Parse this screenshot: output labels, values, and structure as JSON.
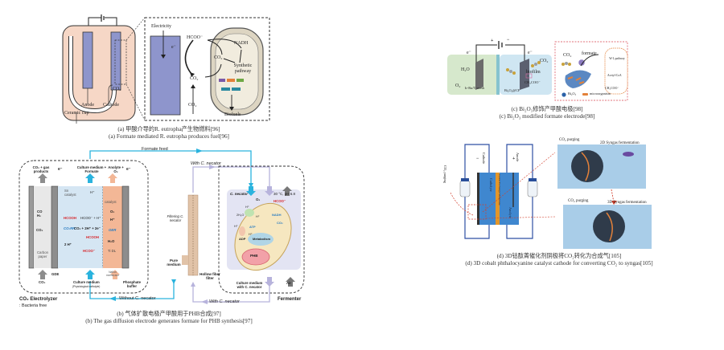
{
  "panel_a": {
    "labels": {
      "electricity": "Electricity",
      "electron": "e⁻",
      "hcoo": "HCOO⁻",
      "nadh": "NADH",
      "co2_inner": "CO₂",
      "co2_cycle": "CO₂",
      "co2_input": "CO₂",
      "co2_cathode": "CO₂",
      "synthetic_pathway": "Synthetic pathway",
      "biofuels": "Biofuels",
      "anode": "Anode",
      "cathode": "Cathode",
      "ceramic_cup": "Ceramic cup"
    },
    "caption_zh": "(a) 甲酸介导的R. eutropha产生物燃料[96]",
    "caption_en": "(a) Formate mediated R. eutropha produces fuel[96]"
  },
  "panel_b": {
    "formate_feed": "Formate feed",
    "with_c_necator_top": "With C. necator",
    "with_c_necator_bottom": "With C. necator",
    "without_c_necator": "Without C. necator",
    "electrolyzer": {
      "top_left": "CO₂ + gas products",
      "electron_left": "e⁻",
      "top_mid": "Culture medium + Formate",
      "top_right": "Anolyte + O₂",
      "electron_right": "e⁻",
      "sn_catalyst": "Sn catalyst",
      "h_plus": "H⁺",
      "catalyst": "catalyst",
      "co_h2": "CO H₂",
      "co2": "CO₂",
      "hcooh_eq_left": "HCOOH",
      "hcooh_eq_right": "HCOO⁻ + H⁺",
      "co2rr": "CO₂RR:",
      "co2rr_eq": "CO₂ + 2H⁺ + 2e⁻",
      "hcooh_product": "HCOOH",
      "two_h": "2 H⁺",
      "hcoo_block": "HCOO⁻",
      "o2": "O₂",
      "h_plus_2": "H⁺",
      "oer": "OER",
      "h2o": "H₂O",
      "ti_dl": "Ti DL",
      "carbon_paper": "Carbon paper",
      "gde": "GDE",
      "co2_in": "CO₂",
      "culture_bottom": "Culture medium",
      "culture_bottom_sub": "(Physiological catholyte)",
      "nafion": "Nafion membrane",
      "phosphate": "Phosphate buffer",
      "title": "CO₂ Electrolyzer",
      "subtitle": ": Bacteria free"
    },
    "filter": {
      "filtering": "Filtering C. necator",
      "pure_medium": "Pure medium",
      "hollow_fiber": "Hollow fiber filter"
    },
    "fermenter": {
      "organism": "C. necator",
      "conditions": "30 °C, pH 6.8",
      "o2": "O₂",
      "hcoo": "HCOO⁻",
      "h_plus_a": "H⁺",
      "h2o": "2H₂O",
      "h_plus_b": "H⁺",
      "nadh": "NADH",
      "co2": "CO₂",
      "h_plus_c": "H⁺",
      "atp": "ATP",
      "h_plus_d": "H⁺",
      "adp": "ADP",
      "metabolism": "Metabolism",
      "phb": "PHB",
      "culture_bottom": "Culture medium with C. necator",
      "air": "Air",
      "title": "Fermenter"
    },
    "caption_zh": "(b) 气体扩散电极产甲酸用于PHB合成[97]",
    "caption_en": "(b) The gas diffusion electrode generates formate for PHB synthesis[97]"
  },
  "panel_c": {
    "labels": {
      "plus": "+",
      "minus": "−",
      "e_left": "e⁻",
      "e_right": "e⁻",
      "h2o": "H₂O",
      "o2": "O₂",
      "mesh": "Ir-Ru/Ti mesh",
      "co2": "CO₂",
      "biofilm": "biofilm",
      "acetate": "CH₃COO⁻",
      "electrode": "Bi₂O₃@CF",
      "co2_right": "CO₂",
      "formate": "formate",
      "wl_pathway": "W-L pathway",
      "acetyl_coa": "Acetyl-CoA",
      "acetate_right": "CH₃COO⁻",
      "legend_bi2o3": "Bi₂O₃",
      "legend_microorganism": "microorganism"
    },
    "caption_zh": "(c) Bi₂O₃修饰产甲酸电极[98]",
    "caption_en": "(c) Bi₂O₃ modified formate electrode[98]"
  },
  "panel_d": {
    "labels": {
      "co2_purging_left": "CO₂ purging",
      "cathode": "Cathode",
      "anode": "Anode",
      "catholyte": "Catholyte",
      "membrane": "Cation Exchange Membrane",
      "anolyte": "Anolyte",
      "minus": "−",
      "plus": "+",
      "co2_purging_top": "CO₂ purging",
      "syngas_2d": "2D Syngas fermentation",
      "co2_purging_bottom": "CO₂ purging",
      "syngas_3d": "3D Syngas fermentation"
    },
    "caption_zh": "(d) 3D钴酞菁催化剂阴极将CO₂转化为合成气[105]",
    "caption_en": "(d) 3D cobalt phthalocyanine catalyst cathode for converting CO₂ to syngas[105]"
  },
  "colors": {
    "peach": "#f6d7c6",
    "electrode_blue": "#8e95cc",
    "cyan_flow": "#2ab3de",
    "lavender_flow": "#b7b3dc",
    "cathode_blue": "#d5e6f3",
    "anode_orange": "#f3b796",
    "hcooh_red": "#d6262b",
    "pale_green": "#d6e8cc",
    "pale_blue": "#cfe6f2",
    "pink_dash": "#e0717a",
    "syngas_blue": "#a9cde8"
  }
}
